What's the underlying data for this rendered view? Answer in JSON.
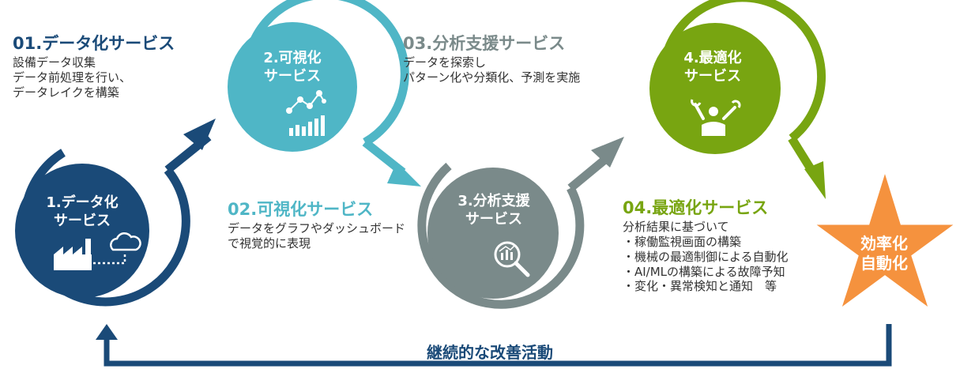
{
  "colors": {
    "navy": "#1a4a78",
    "teal": "#4fb6c6",
    "gray": "#7a8a8a",
    "green": "#78a511",
    "orange": "#f5923e"
  },
  "stages": [
    {
      "circle_label": [
        "1.データ化",
        "サービス"
      ],
      "icon": "factory-cloud-icon",
      "title": "01.データ化サービス",
      "lines": [
        "設備データ収集",
        "データ前処理を行い、",
        "データレイクを構築"
      ]
    },
    {
      "circle_label": [
        "2.可視化",
        "サービス"
      ],
      "icon": "network-chart-icon",
      "title": "02.可視化サービス",
      "lines": [
        "データをグラフやダッシュボード",
        "で視覚的に表現"
      ]
    },
    {
      "circle_label": [
        "3.分析支援",
        "サービス"
      ],
      "icon": "magnifier-chart-icon",
      "title": "03.分析支援サービス",
      "lines": [
        "データを探索し",
        "パターン化や分類化、予測を実施"
      ]
    },
    {
      "circle_label": [
        "4.最適化",
        "サービス"
      ],
      "icon": "worker-wrench-icon",
      "title": "04.最適化サービス",
      "lines": [
        "分析結果に基づいて",
        "・稼働監視画面の構築",
        "・機械の最適制御による自動化",
        "・AI/MLの構築による故障予知",
        "・変化・異常検知と通知　等"
      ]
    }
  ],
  "goal": {
    "lines": [
      "効率化",
      "自動化"
    ]
  },
  "loop_label": "継続的な改善活動"
}
